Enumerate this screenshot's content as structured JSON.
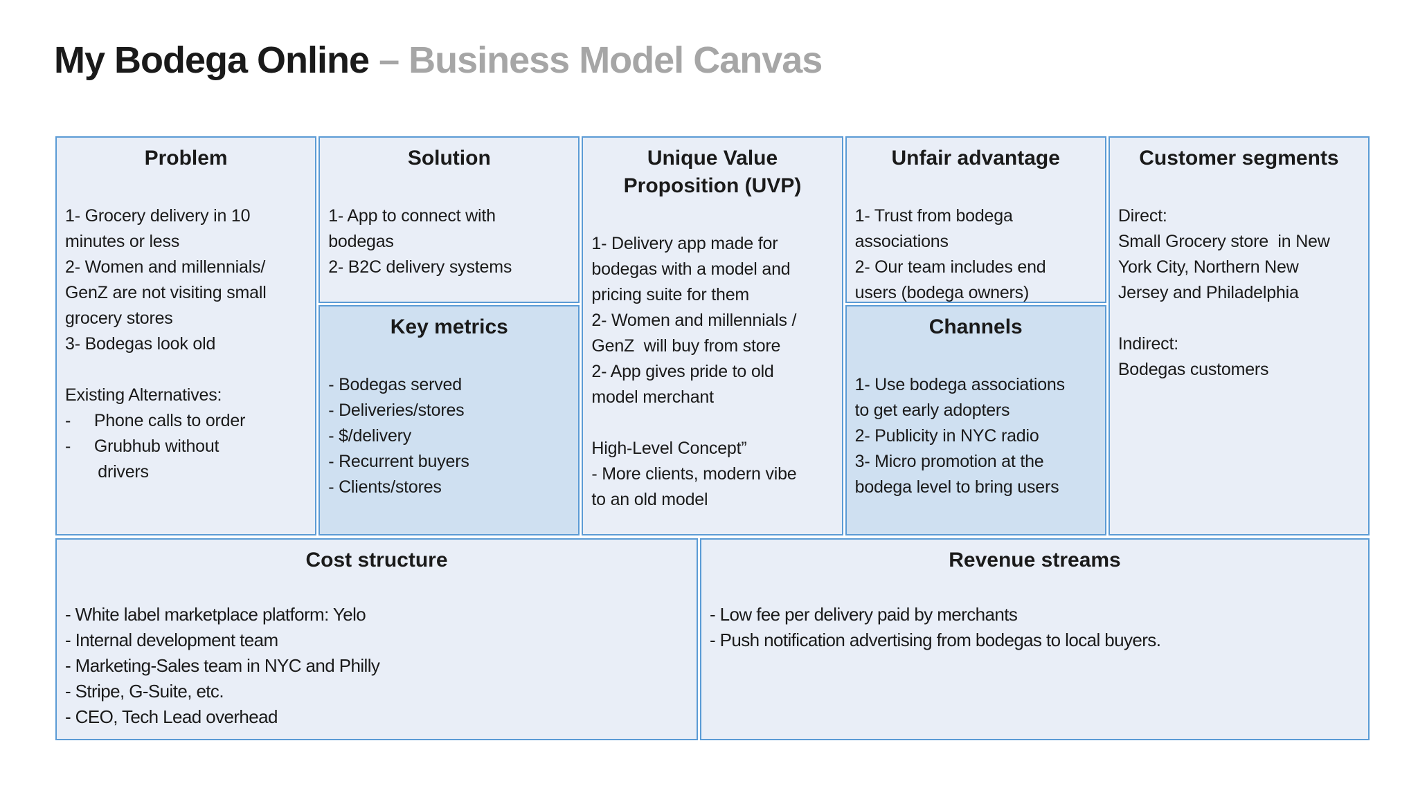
{
  "page_title": {
    "main": "My Bodega Online",
    "subtitle": "– Business Model Canvas"
  },
  "colors": {
    "line": "#5b9bd5",
    "box_light": "#e9eef7",
    "box_dark": "#cfe0f1",
    "title_gray": "#a6a6a6",
    "ink": "#1a1a1a"
  },
  "canvas": {
    "problem": {
      "title": "Problem",
      "body": "1- Grocery delivery in 10\nminutes or less\n2- Women and millennials/\nGenZ are not visiting small\ngrocery stores\n3- Bodegas look old\n\nExisting Alternatives:\n-     Phone calls to order\n-     Grubhub without\n       drivers"
    },
    "solution": {
      "title": "Solution",
      "body": "1- App to connect with\nbodegas\n2- B2C delivery systems"
    },
    "key_metrics": {
      "title": "Key metrics",
      "body": "- Bodegas served\n- Deliveries/stores\n- $/delivery\n- Recurrent buyers\n- Clients/stores"
    },
    "uvp": {
      "title": "Unique Value\nProposition (UVP)",
      "body": "1- Delivery app made for\nbodegas with a model and\npricing suite for them\n2- Women and millennials /\nGenZ  will buy from store\n2- App gives pride to old\nmodel merchant\n\nHigh-Level Concept”\n- More clients, modern vibe\nto an old model"
    },
    "unfair_advantage": {
      "title": "Unfair advantage",
      "body": "1- Trust from bodega\nassociations\n2- Our team includes end\nusers (bodega owners)"
    },
    "channels": {
      "title": "Channels",
      "body": "1- Use bodega associations\nto get early adopters\n2- Publicity in NYC radio\n3- Micro promotion at the\nbodega level to bring users"
    },
    "customer_segments": {
      "title": "Customer segments",
      "body": "Direct:\nSmall Grocery store  in New\nYork City, Northern New\nJersey and Philadelphia\n\nIndirect:\nBodegas customers"
    },
    "cost_structure": {
      "title": "Cost structure",
      "body": "- White label marketplace platform: Yelo\n- Internal development team\n- Marketing-Sales team in NYC and Philly\n- Stripe, G-Suite, etc.\n- CEO, Tech Lead overhead"
    },
    "revenue_streams": {
      "title": "Revenue streams",
      "body": "- Low fee per delivery paid by merchants\n- Push notification advertising from bodegas to local buyers."
    }
  }
}
